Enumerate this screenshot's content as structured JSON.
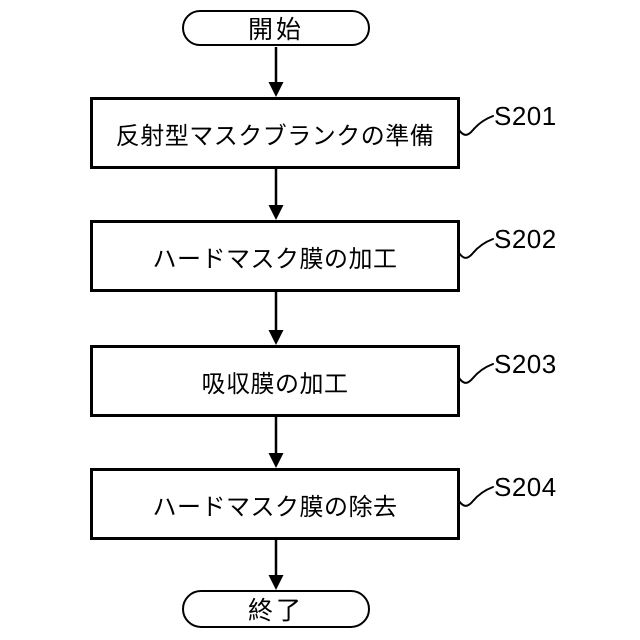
{
  "colors": {
    "line": "#000000",
    "background": "#ffffff",
    "text": "#000000"
  },
  "flowchart": {
    "start": {
      "label": "開始"
    },
    "end": {
      "label": "終了"
    },
    "steps": [
      {
        "id": "S201",
        "label": "反射型マスクブランクの準備"
      },
      {
        "id": "S202",
        "label": "ハードマスク膜の加工"
      },
      {
        "id": "S203",
        "label": "吸収膜の加工"
      },
      {
        "id": "S204",
        "label": "ハードマスク膜の除去"
      }
    ]
  }
}
